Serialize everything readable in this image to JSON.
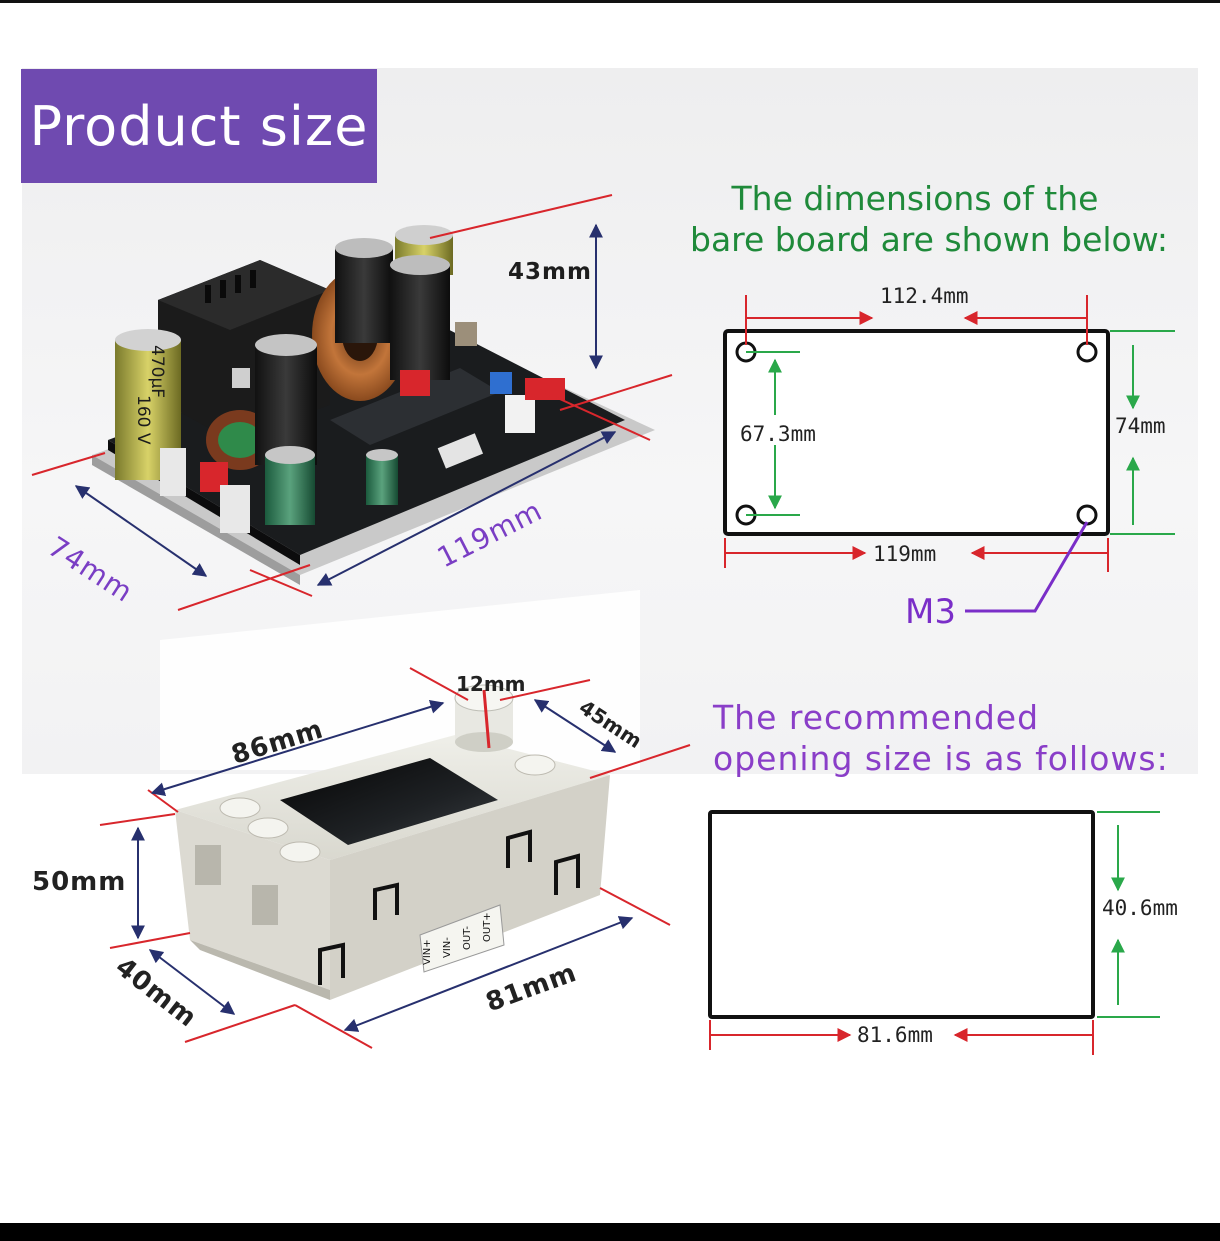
{
  "banner": {
    "title": "Product size"
  },
  "board_section": {
    "heading_line1": "The dimensions of the",
    "heading_line2": "bare board are shown below:",
    "width": "112.4mm",
    "hole_spacing": "67.3mm",
    "height": "74mm",
    "length": "119mm",
    "screw": "M3"
  },
  "opening_section": {
    "heading_line1": "The recommended",
    "heading_line2": "opening size is as follows:",
    "height": "40.6mm",
    "width": "81.6mm"
  },
  "board_photo": {
    "height": "43mm",
    "depth": "74mm",
    "length": "119mm",
    "cap_text_1": "470μF",
    "cap_text_2": "160 V"
  },
  "module_photo": {
    "knob": "12mm",
    "depth": "45mm",
    "width": "86mm",
    "height": "50mm",
    "base_depth": "40mm",
    "base_width": "81mm",
    "terminals": [
      "VIN+",
      "VIN-",
      "OUT-",
      "OUT+"
    ]
  },
  "colors": {
    "banner": "#6f4ab0",
    "green_text": "#1f8a3a",
    "purple_text": "#8a3ec8",
    "red_arrow": "#d8262c",
    "green_line": "#2aa84a",
    "navy_arrow": "#27306e"
  }
}
